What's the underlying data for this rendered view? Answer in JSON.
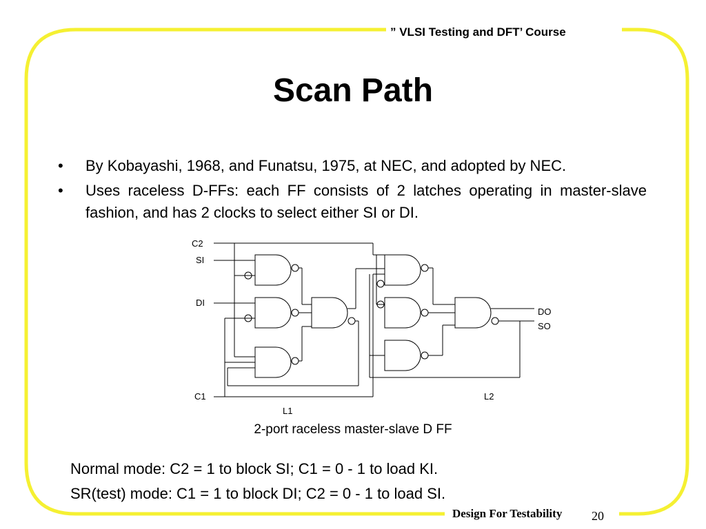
{
  "header": {
    "course": "” VLSI Testing and DFT’ Course"
  },
  "title": "Scan Path",
  "bullets": [
    "By Kobayashi, 1968, and Funatsu, 1975, at NEC, and adopted by NEC.",
    "Uses raceless D-FFs: each FF consists of 2 latches operating in master-slave fashion, and has 2 clocks to select either SI or DI."
  ],
  "bullet_symbol": "•",
  "diagram": {
    "labels": {
      "c2": "C2",
      "si": "SI",
      "di": "DI",
      "c1": "C1",
      "do": "DO",
      "so": "SO",
      "l1": "L1",
      "l2": "L2"
    },
    "caption": "2-port raceless master-slave D FF"
  },
  "modes": [
    "Normal mode: C2 = 1 to block SI; C1 = 0 - 1 to load KI.",
    "SR(test) mode: C1 = 1 to block DI; C2 = 0 - 1 to load SI."
  ],
  "footer": {
    "title": "Design For Testability",
    "page": "20"
  },
  "colors": {
    "frame": "#f5f032",
    "text": "#000000"
  }
}
